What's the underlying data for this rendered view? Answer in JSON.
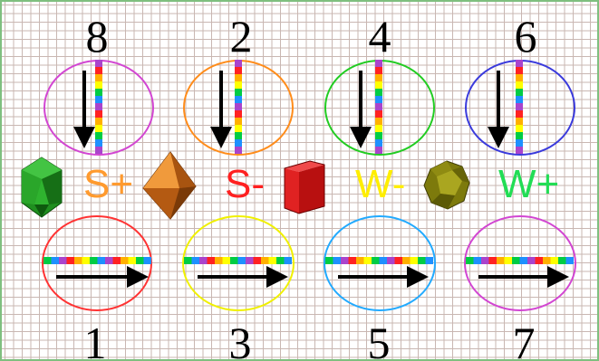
{
  "colors": {
    "palette": [
      "#ff2222",
      "#ffb000",
      "#ffff00",
      "#00cc44",
      "#1e90ff",
      "#aa44cc"
    ]
  },
  "top_row": [
    {
      "number": "8",
      "ring_color": "#d246d2"
    },
    {
      "number": "2",
      "ring_color": "#ff8c1a"
    },
    {
      "number": "4",
      "ring_color": "#22cc22"
    },
    {
      "number": "6",
      "ring_color": "#3a3adc"
    }
  ],
  "bottom_row": [
    {
      "number": "1",
      "ring_color": "#ff3333"
    },
    {
      "number": "3",
      "ring_color": "#f0f000"
    },
    {
      "number": "5",
      "ring_color": "#22aaff"
    },
    {
      "number": "7",
      "ring_color": "#d246d2"
    }
  ],
  "labels": [
    {
      "text": "S+",
      "color": "#ff9a2e"
    },
    {
      "text": "S-",
      "color": "#ff2020"
    },
    {
      "text": "W-",
      "color": "#ffee00"
    },
    {
      "text": "W+",
      "color": "#22dd55"
    }
  ],
  "shapes": [
    {
      "icon": "green-icosahedron-icon",
      "color": "#1e9e1e"
    },
    {
      "icon": "orange-octahedron-icon",
      "color": "#d8741a"
    },
    {
      "icon": "red-cube-icon",
      "color": "#d81818"
    },
    {
      "icon": "olive-dodecahedron-icon",
      "color": "#8e8a10"
    }
  ]
}
